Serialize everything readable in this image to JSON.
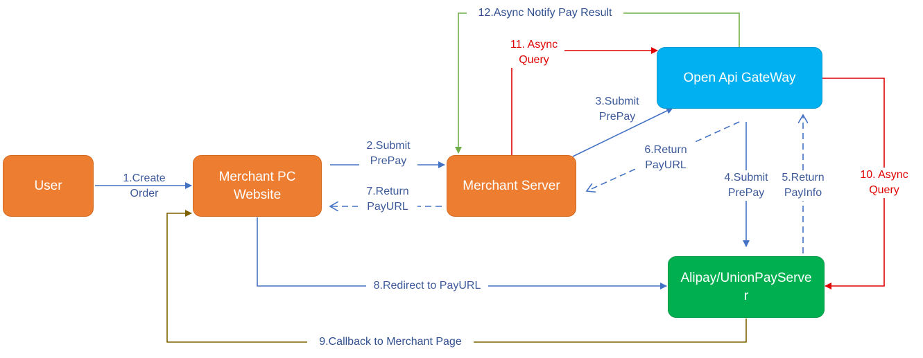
{
  "colors": {
    "orange": "#ED7D31",
    "gateway_blue": "#00B0F0",
    "server_green": "#00B050",
    "arrow_blue": "#4472C4",
    "arrow_red": "#E00000",
    "arrow_green": "#70AD47",
    "arrow_brown": "#7F6000"
  },
  "nodes": {
    "user": "User",
    "website": "Merchant PC\nWebsite",
    "merchant_server": "Merchant Server",
    "gateway": "Open Api GateWay",
    "pay_server": "Alipay/UnionPayServe\nr"
  },
  "edges": {
    "e1": "1.Create\nOrder",
    "e2": "2.Submit\nPrePay",
    "e3": "3.Submit\nPrePay",
    "e4": "4.Submit\nPrePay",
    "e5": "5.Return\nPayInfo",
    "e6": "6.Return\nPayURL",
    "e7": "7.Return\nPayURL",
    "e8": "8.Redirect to PayURL",
    "e9": "9.Callback to Merchant Page",
    "e10": "10. Async\nQuery",
    "e11": "11. Async\nQuery",
    "e12": "12.Async Notify Pay Result"
  }
}
